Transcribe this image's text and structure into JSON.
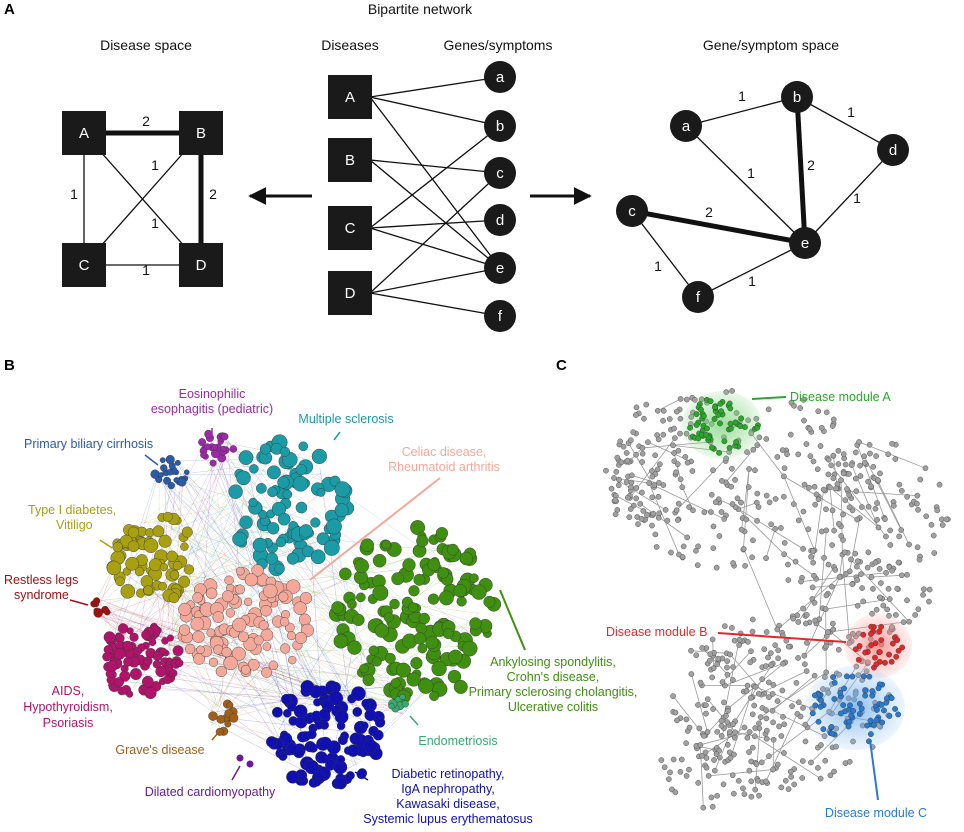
{
  "panels": {
    "a": {
      "letter": "A",
      "title": "Bipartite network",
      "disease_space_title": "Disease space",
      "gene_space_title": "Gene/symptom space",
      "diseases_header": "Diseases",
      "genes_header": "Genes/symptoms",
      "diseases": [
        "A",
        "B",
        "C",
        "D"
      ],
      "genes": [
        "a",
        "b",
        "c",
        "d",
        "e",
        "f"
      ],
      "bipartite_edges": [
        [
          "A",
          "a"
        ],
        [
          "A",
          "b"
        ],
        [
          "A",
          "e"
        ],
        [
          "B",
          "c"
        ],
        [
          "B",
          "e"
        ],
        [
          "C",
          "b"
        ],
        [
          "C",
          "d"
        ],
        [
          "C",
          "e"
        ],
        [
          "D",
          "c"
        ],
        [
          "D",
          "e"
        ],
        [
          "D",
          "f"
        ]
      ],
      "disease_edges": [
        {
          "from": "A",
          "to": "B",
          "weight": "2"
        },
        {
          "from": "B",
          "to": "D",
          "weight": "2"
        },
        {
          "from": "A",
          "to": "C",
          "weight": "1"
        },
        {
          "from": "B",
          "to": "C",
          "weight": "1"
        },
        {
          "from": "A",
          "to": "D",
          "weight": "1"
        },
        {
          "from": "C",
          "to": "D",
          "weight": "1"
        }
      ],
      "gene_edges": [
        {
          "from": "a",
          "to": "b",
          "weight": "1"
        },
        {
          "from": "b",
          "to": "d",
          "weight": "1"
        },
        {
          "from": "a",
          "to": "e",
          "weight": "1"
        },
        {
          "from": "b",
          "to": "e",
          "weight": "2"
        },
        {
          "from": "d",
          "to": "e",
          "weight": "1"
        },
        {
          "from": "c",
          "to": "e",
          "weight": "2"
        },
        {
          "from": "c",
          "to": "f",
          "weight": "1"
        },
        {
          "from": "f",
          "to": "e",
          "weight": "1"
        }
      ]
    },
    "b": {
      "letter": "B",
      "labels": {
        "eos_1": "Eosinophilic",
        "eos_2": "esophagitis (pediatric)",
        "ms": "Multiple sclerosis",
        "pbc": "Primary biliary cirrhosis",
        "celiac_1": "Celiac disease,",
        "celiac_2": "Rheumatoid arthritis",
        "t1d_1": "Type I diabetes,",
        "t1d_2": "Vitiligo",
        "rls_1": "Restless legs",
        "rls_2": "syndrome",
        "as_1": "Ankylosing spondylitis,",
        "as_2": "Crohn's disease,",
        "as_3": "Primary sclerosing cholangitis,",
        "as_4": "Ulcerative colitis",
        "aids_1": "AIDS,",
        "aids_2": "Hypothyroidism,",
        "aids_3": "Psoriasis",
        "endo": "Endometriosis",
        "graves": "Grave's disease",
        "dcm": "Dilated cardiomyopathy",
        "dr_1": "Diabetic retinopathy,",
        "dr_2": "IgA nephropathy,",
        "dr_3": "Kawasaki disease,",
        "dr_4": "Systemic lupus erythematosus"
      },
      "colors": {
        "ms": "#1a9ba6",
        "green": "#3f8f10",
        "olive": "#a8a010",
        "salmon": "#f4a89a",
        "magenta": "#b0146a",
        "blue": "#1010b0",
        "purple": "#9a2aa6",
        "pbc": "#2a5aa8",
        "brown": "#a0601a",
        "darkred": "#a01010",
        "endo": "#3aa870",
        "dcm": "#6a1a9a"
      }
    },
    "c": {
      "letter": "C",
      "module_a": "Disease module A",
      "module_b": "Disease module B",
      "module_c": "Disease module C",
      "colors": {
        "a": "#2aa82a",
        "b": "#e02a2a",
        "c": "#2a7ad0",
        "node": "#9a9a9a"
      }
    }
  }
}
